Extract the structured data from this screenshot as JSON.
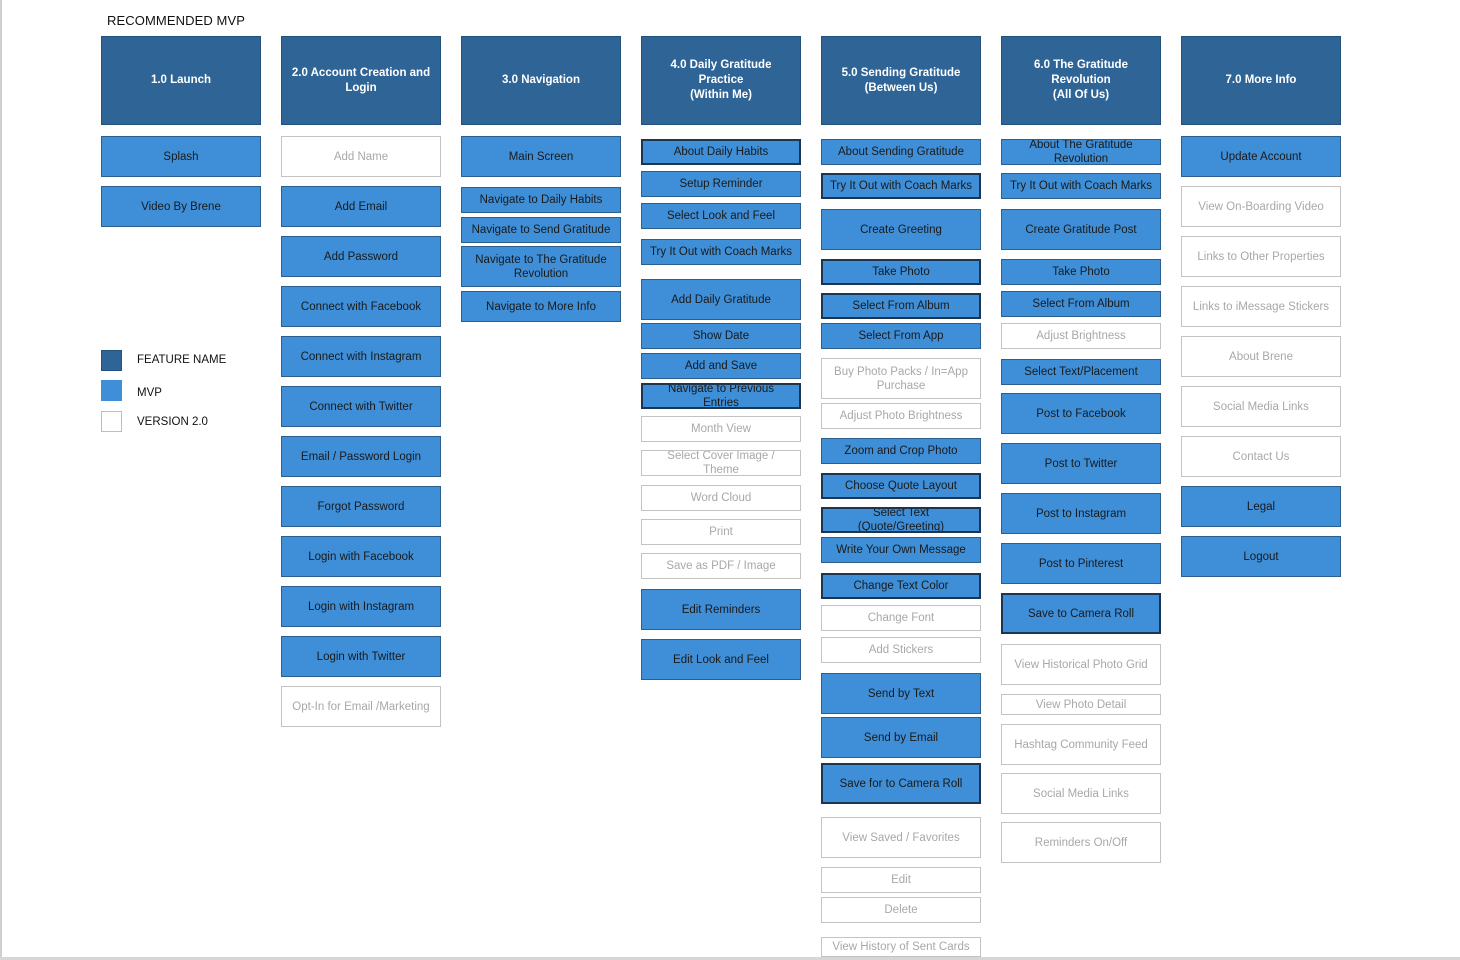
{
  "title": "RECOMMENDED MVP",
  "legend": {
    "feature": "FEATURE NAME",
    "mvp": "MVP",
    "v2": "VERSION 2.0",
    "colors": {
      "feature": "#2f6497",
      "mvp": "#3f8fd8",
      "v2": "#ffffff"
    }
  },
  "columns": [
    {
      "title": "1.0 Launch",
      "items": [
        {
          "label": "Splash",
          "kind": "mvp"
        },
        {
          "label": "Video By Brene",
          "kind": "mvp"
        }
      ]
    },
    {
      "title": "2.0 Account Creation and\nLogin",
      "items": [
        {
          "label": "Add Name",
          "kind": "v2"
        },
        {
          "label": "Add Email",
          "kind": "mvp"
        },
        {
          "label": "Add Password",
          "kind": "mvp"
        },
        {
          "label": "Connect with Facebook",
          "kind": "mvp"
        },
        {
          "label": "Connect with Instagram",
          "kind": "mvp"
        },
        {
          "label": "Connect with Twitter",
          "kind": "mvp"
        },
        {
          "label": "Email / Password Login",
          "kind": "mvp"
        },
        {
          "label": "Forgot Password",
          "kind": "mvp"
        },
        {
          "label": "Login with Facebook",
          "kind": "mvp"
        },
        {
          "label": "Login with Instagram",
          "kind": "mvp"
        },
        {
          "label": "Login with Twitter",
          "kind": "mvp"
        },
        {
          "label": "Opt-In for Email /Marketing",
          "kind": "v2"
        }
      ]
    },
    {
      "title": "3.0 Navigation",
      "items": [
        {
          "label": "Main Screen",
          "kind": "mvp"
        },
        {
          "label": "Navigate to Daily Habits",
          "kind": "mvp"
        },
        {
          "label": "Navigate to Send Gratitude",
          "kind": "mvp"
        },
        {
          "label": "Navigate to The Gratitude Revolution",
          "kind": "mvp"
        },
        {
          "label": "Navigate to More Info",
          "kind": "mvp"
        }
      ]
    },
    {
      "title": "4.0 Daily Gratitude Practice\n(Within Me)",
      "items": [
        {
          "label": "About Daily Habits",
          "kind": "mvp",
          "dark": true
        },
        {
          "label": "Setup Reminder",
          "kind": "mvp"
        },
        {
          "label": "Select Look and Feel",
          "kind": "mvp"
        },
        {
          "label": "Try It Out with Coach Marks",
          "kind": "mvp"
        },
        {
          "label": "Add Daily Gratitude",
          "kind": "mvp"
        },
        {
          "label": "Show Date",
          "kind": "mvp"
        },
        {
          "label": "Add and Save",
          "kind": "mvp"
        },
        {
          "label": "Navigate to Previous Entries",
          "kind": "mvp",
          "dark": true
        },
        {
          "label": "Month View",
          "kind": "v2"
        },
        {
          "label": "Select Cover Image / Theme",
          "kind": "v2"
        },
        {
          "label": "Word Cloud",
          "kind": "v2"
        },
        {
          "label": "Print",
          "kind": "v2"
        },
        {
          "label": "Save as PDF / Image",
          "kind": "v2"
        },
        {
          "label": "Edit Reminders",
          "kind": "mvp"
        },
        {
          "label": "Edit Look and Feel",
          "kind": "mvp"
        }
      ]
    },
    {
      "title": "5.0 Sending Gratitude\n(Between Us)",
      "items": [
        {
          "label": "About Sending Gratitude",
          "kind": "mvp"
        },
        {
          "label": "Try It Out with Coach Marks",
          "kind": "mvp",
          "dark": true
        },
        {
          "label": "Create Greeting",
          "kind": "mvp"
        },
        {
          "label": "Take Photo",
          "kind": "mvp",
          "dark": true
        },
        {
          "label": "Select From Album",
          "kind": "mvp",
          "dark": true
        },
        {
          "label": "Select From App",
          "kind": "mvp"
        },
        {
          "label": "Buy Photo Packs / In=App Purchase",
          "kind": "v2"
        },
        {
          "label": "Adjust Photo Brightness",
          "kind": "v2"
        },
        {
          "label": "Zoom and Crop Photo",
          "kind": "mvp"
        },
        {
          "label": "Choose Quote Layout",
          "kind": "mvp",
          "dark": true
        },
        {
          "label": "Select Text (Quote/Greeting)",
          "kind": "mvp",
          "dark": true
        },
        {
          "label": "Write Your Own Message",
          "kind": "mvp"
        },
        {
          "label": "Change Text Color",
          "kind": "mvp",
          "dark": true
        },
        {
          "label": "Change Font",
          "kind": "v2"
        },
        {
          "label": "Add Stickers",
          "kind": "v2"
        },
        {
          "label": "Send by Text",
          "kind": "mvp"
        },
        {
          "label": "Send by Email",
          "kind": "mvp"
        },
        {
          "label": "Save for to Camera Roll",
          "kind": "mvp",
          "dark": true
        },
        {
          "label": "View Saved / Favorites",
          "kind": "v2"
        },
        {
          "label": "Edit",
          "kind": "v2"
        },
        {
          "label": "Delete",
          "kind": "v2"
        },
        {
          "label": "View History of Sent Cards",
          "kind": "v2"
        }
      ]
    },
    {
      "title": "6.0 The Gratitude\nRevolution\n(All Of Us)",
      "items": [
        {
          "label": "About The Gratitude Revolution",
          "kind": "mvp"
        },
        {
          "label": "Try It Out with Coach Marks",
          "kind": "mvp"
        },
        {
          "label": "Create Gratitude Post",
          "kind": "mvp"
        },
        {
          "label": "Take Photo",
          "kind": "mvp"
        },
        {
          "label": "Select From Album",
          "kind": "mvp"
        },
        {
          "label": "Adjust Brightness",
          "kind": "v2"
        },
        {
          "label": "Select Text/Placement",
          "kind": "mvp"
        },
        {
          "label": "Post to Facebook",
          "kind": "mvp"
        },
        {
          "label": "Post to Twitter",
          "kind": "mvp"
        },
        {
          "label": "Post to Instagram",
          "kind": "mvp"
        },
        {
          "label": "Post to Pinterest",
          "kind": "mvp"
        },
        {
          "label": "Save to Camera Roll",
          "kind": "mvp",
          "dark": true
        },
        {
          "label": "View Historical Photo Grid",
          "kind": "v2"
        },
        {
          "label": "View Photo Detail",
          "kind": "v2"
        },
        {
          "label": "Hashtag Community Feed",
          "kind": "v2"
        },
        {
          "label": "Social Media Links",
          "kind": "v2"
        },
        {
          "label": "Reminders On/Off",
          "kind": "v2"
        }
      ]
    },
    {
      "title": "7.0 More Info",
      "items": [
        {
          "label": "Update Account",
          "kind": "mvp"
        },
        {
          "label": "View On-Boarding Video",
          "kind": "v2"
        },
        {
          "label": "Links to Other Properties",
          "kind": "v2"
        },
        {
          "label": "Links to iMessage Stickers",
          "kind": "v2"
        },
        {
          "label": "About Brene",
          "kind": "v2"
        },
        {
          "label": "Social Media Links",
          "kind": "v2"
        },
        {
          "label": "Contact Us",
          "kind": "v2"
        },
        {
          "label": "Legal",
          "kind": "mvp"
        },
        {
          "label": "Logout",
          "kind": "mvp"
        }
      ]
    }
  ]
}
